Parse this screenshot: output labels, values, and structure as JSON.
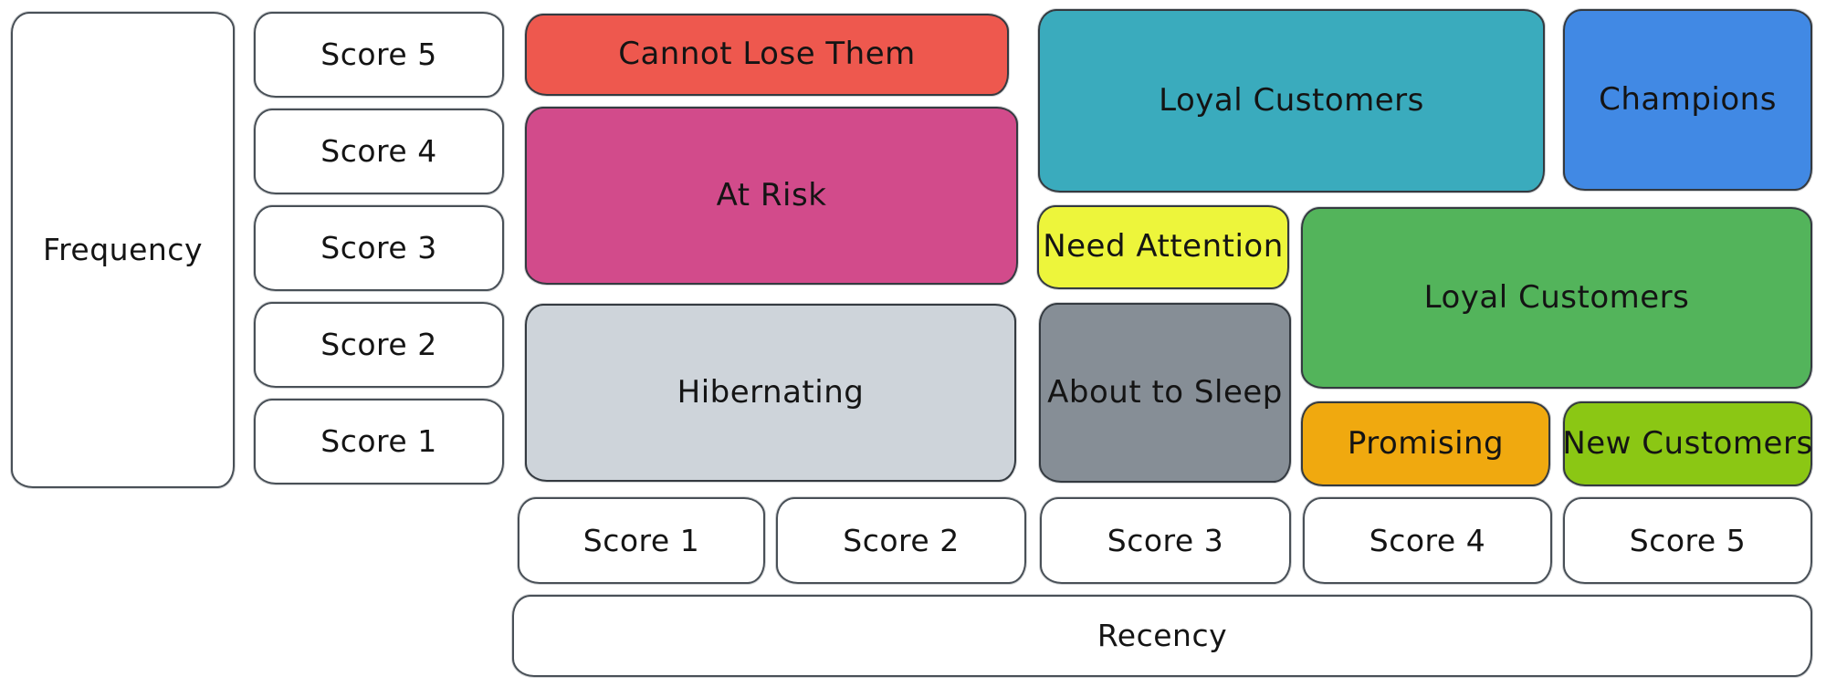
{
  "diagram": {
    "type": "rfm-customer-segmentation-grid",
    "axes": {
      "y_label": "Frequency",
      "x_label": "Recency"
    },
    "frequency_scores": {
      "s5": "Score 5",
      "s4": "Score 4",
      "s3": "Score 3",
      "s2": "Score 2",
      "s1": "Score 1"
    },
    "recency_scores": {
      "s1": "Score 1",
      "s2": "Score 2",
      "s3": "Score 3",
      "s4": "Score 4",
      "s5": "Score 5"
    },
    "segments": {
      "cannot_lose_them": {
        "label": "Cannot Lose Them",
        "color": "#ee584e"
      },
      "at_risk": {
        "label": "At Risk",
        "color": "#d24b8b"
      },
      "hibernating": {
        "label": "Hibernating",
        "color": "#ced4da"
      },
      "loyal_customers_top": {
        "label": "Loyal Customers",
        "color": "#3aabbd"
      },
      "champions": {
        "label": "Champions",
        "color": "#4189e4"
      },
      "need_attention": {
        "label": "Need Attention",
        "color": "#edf53b"
      },
      "about_to_sleep": {
        "label": "About to Sleep",
        "color": "#868e96"
      },
      "loyal_customers_right": {
        "label": "Loyal Customers",
        "color": "#53b45b"
      },
      "promising": {
        "label": "Promising",
        "color": "#f0a90f"
      },
      "new_customers": {
        "label": "New Customers",
        "color": "#8bc714"
      }
    },
    "style": {
      "text_color": "#141414",
      "outline_color": "#343a40",
      "label_box_fill": "#ffffff"
    }
  }
}
